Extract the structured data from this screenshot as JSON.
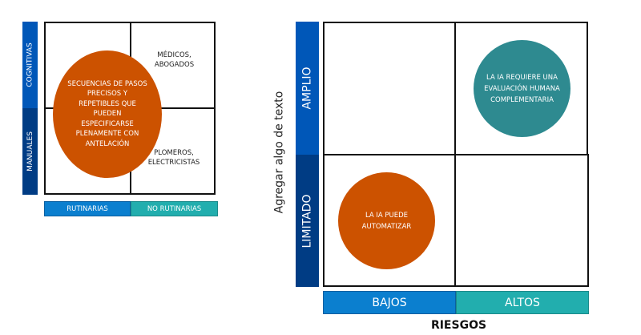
{
  "left_matrix": {
    "rows": [
      {
        "label": "COGNITIVAS",
        "color": "#0057b8"
      },
      {
        "label": "MANUALES",
        "color": "#003c84"
      }
    ],
    "cols": [
      {
        "label": "RUTINARIAS",
        "color": "#0b7fcf"
      },
      {
        "label": "NO RUTINARIAS",
        "color": "#22aeae"
      }
    ],
    "ellipse_text": "SECUENCIAS DE PASOS PRECISOS Y REPETIBLES QUE PUEDEN ESPECIFICARSE PLENAMENTE CON ANTELACIÓN",
    "ellipse_color": "#cc5200",
    "top_right_text": "MÉDICOS, ABOGADOS",
    "bottom_right_text": "PLOMEROS, ELECTRICISTAS"
  },
  "right_matrix": {
    "y_title": "Agregar algo de texto",
    "x_title": "RIESGOS",
    "rows": [
      {
        "label": "AMPLIO",
        "color": "#0057b8"
      },
      {
        "label": "LIMITADO",
        "color": "#003c84"
      }
    ],
    "cols": [
      {
        "label": "BAJOS",
        "color": "#0b7fcf"
      },
      {
        "label": "ALTOS",
        "color": "#22aeae"
      }
    ],
    "teal_circle_text": "LA IA REQUIERE UNA EVALUACIÓN HUMANA COMPLEMENTARIA",
    "teal_color": "#2e8a90",
    "orange_circle_text": "LA IA PUEDE AUTOMATIZAR",
    "orange_color": "#cc5200"
  }
}
